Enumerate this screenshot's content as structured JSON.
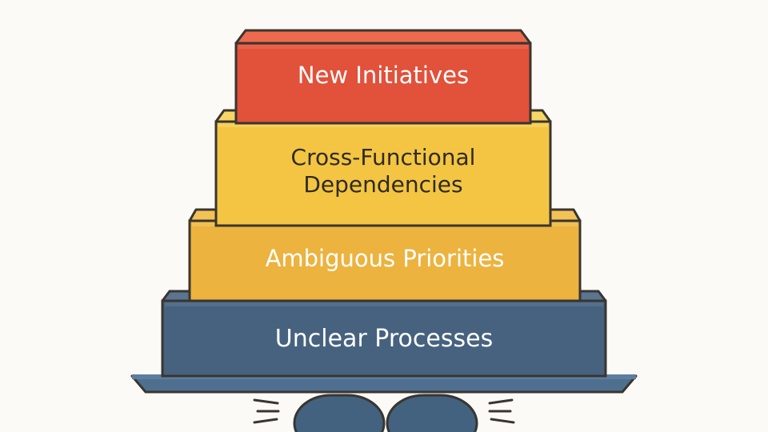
{
  "layers": [
    {
      "label": "New Initiatives",
      "color": "#e2513a"
    },
    {
      "label": "Cross-Functional\nDependencies",
      "color": "#f3c542"
    },
    {
      "label": "Ambiguous Priorities",
      "color": "#ecb33f"
    },
    {
      "label": "Unclear Processes",
      "color": "#46627f"
    }
  ],
  "colors": {
    "outline": "#3a3530",
    "tray": "#4f6f90",
    "support": "#42627f",
    "background": "#fbfaf7"
  }
}
